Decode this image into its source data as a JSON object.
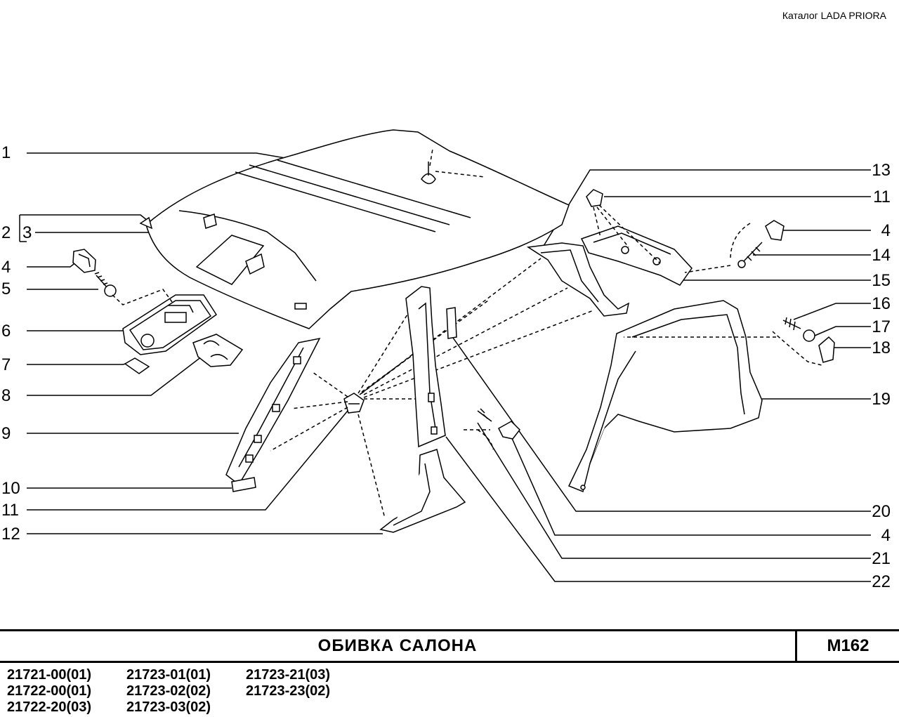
{
  "header": {
    "catalog": "Каталог  LADA  PRIORA"
  },
  "callouts_left": [
    "1",
    "2",
    "3",
    "4",
    "5",
    "6",
    "7",
    "8",
    "9",
    "10",
    "11",
    "12"
  ],
  "callouts_right": [
    "13",
    "11",
    "4",
    "14",
    "15",
    "16",
    "17",
    "18",
    "19",
    "20",
    "4",
    "21",
    "22"
  ],
  "title_block": {
    "title": "ОБИВКА   САЛОНА",
    "code": "M162",
    "models": [
      [
        "21721-00(01)",
        "21722-00(01)",
        "21722-20(03)"
      ],
      [
        "21723-01(01)",
        "21723-02(02)",
        "21723-03(02)"
      ],
      [
        "21723-21(03)",
        "21723-23(02)"
      ]
    ]
  }
}
